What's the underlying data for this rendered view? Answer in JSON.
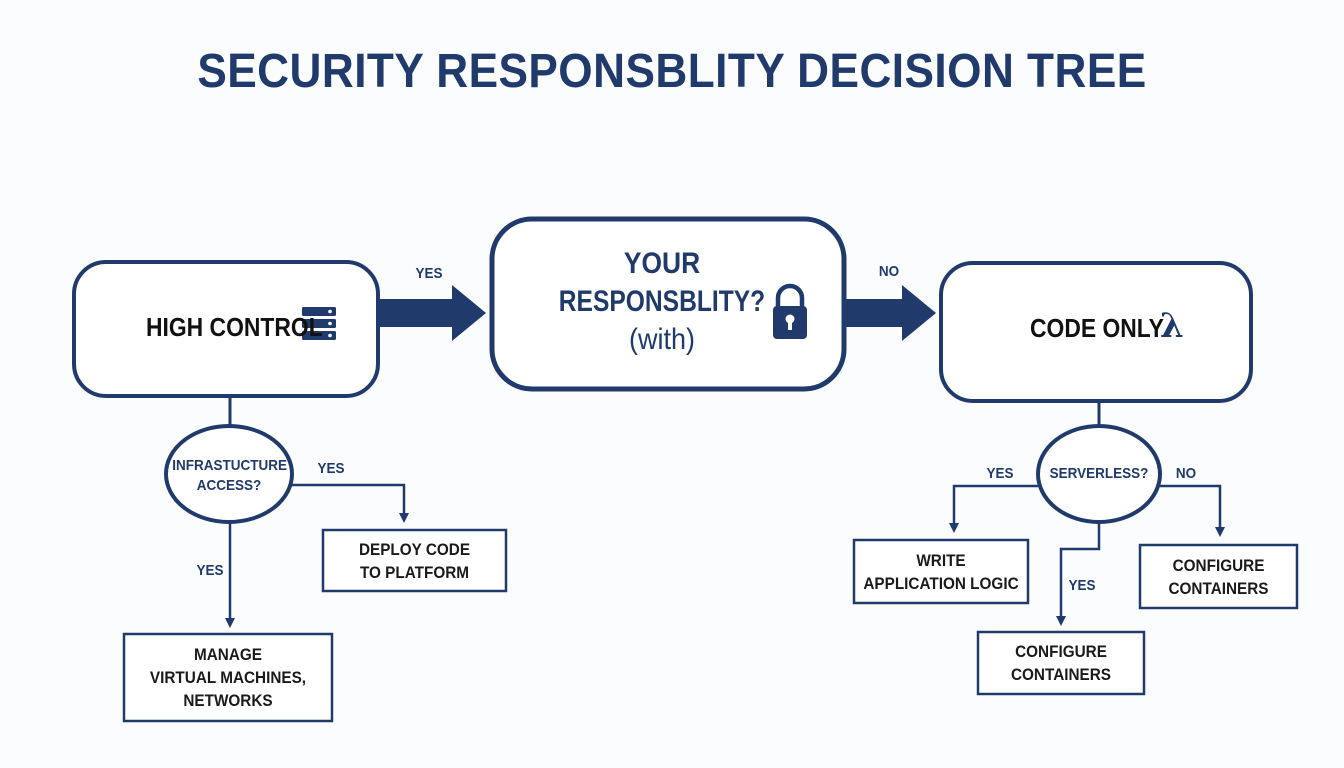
{
  "title": "SECURITY RESPONSBLITY DECISION TREE",
  "colors": {
    "navy": "#1f3a6b",
    "background": "#fbfcfd"
  },
  "nodes": {
    "high_control": {
      "label": "HIGH CONTROL",
      "icon": "server-icon"
    },
    "center": {
      "line1": "YOUR",
      "line2": "RESPONSBLITY?",
      "line3": "(with)",
      "icon": "lock-icon"
    },
    "code_only": {
      "label": "CODE ONLY",
      "icon": "lambda-icon",
      "icon_glyph": "λ"
    },
    "infra_access": {
      "line1": "INFRASTUCTURE",
      "line2": "ACCESS?"
    },
    "serverless": {
      "label": "SERVERLESS?"
    },
    "deploy_code": {
      "line1": "DEPLOY CODE",
      "line2": "TO PLATFORM"
    },
    "manage_vms": {
      "line1": "MANAGE",
      "line2": "VIRTUAL MACHINES,",
      "line3": "NETWORKS"
    },
    "write_logic": {
      "line1": "WRITE",
      "line2": "APPLICATION LOGIC"
    },
    "configure_containers_mid": {
      "line1": "CONFIGURE",
      "line2": "CONTAINERS"
    },
    "configure_containers_right": {
      "line1": "CONFIGURE",
      "line2": "CONTAINERS"
    }
  },
  "edges": {
    "high_to_center": "YES",
    "center_to_code": "NO",
    "infra_to_deploy": "YES",
    "infra_to_manage": "YES",
    "serverless_to_write": "YES",
    "serverless_to_mid": "YES",
    "serverless_to_right": "NO"
  }
}
